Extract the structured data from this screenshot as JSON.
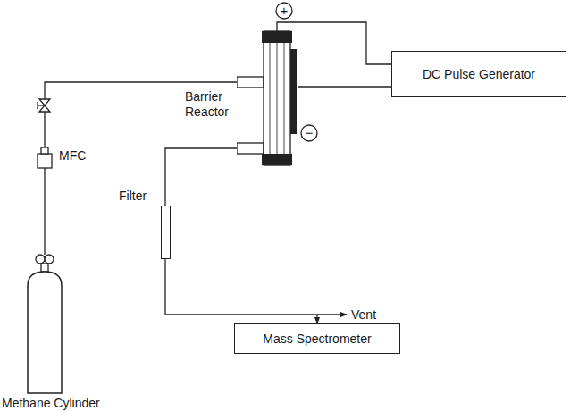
{
  "diagram": {
    "nodes": [
      {
        "text": [
          "Barrier Reactor"
        ]
      },
      {
        "text": [
          "DC Pulse Generator"
        ]
      },
      {
        "text": [
          "MFC"
        ]
      },
      {
        "text": [
          "Filter"
        ]
      },
      {
        "text": [
          "Mass Spectrometer"
        ]
      },
      {
        "text": [
          "Methane Cylinder"
        ]
      }
    ],
    "edges": [
      {
        "from": 5,
        "to": 2,
        "arrow": "none"
      },
      {
        "from": 2,
        "to": 0,
        "arrow": "none"
      },
      {
        "from": 0,
        "to": 1,
        "arrow": "none"
      },
      {
        "from": 0,
        "to": 1,
        "arrow": "none"
      },
      {
        "from": 0,
        "to": 3,
        "arrow": "none"
      },
      {
        "from": 3,
        "to": 4,
        "arrow": "to"
      }
    ],
    "labels": [
      "+",
      "−",
      "Vent"
    ]
  }
}
